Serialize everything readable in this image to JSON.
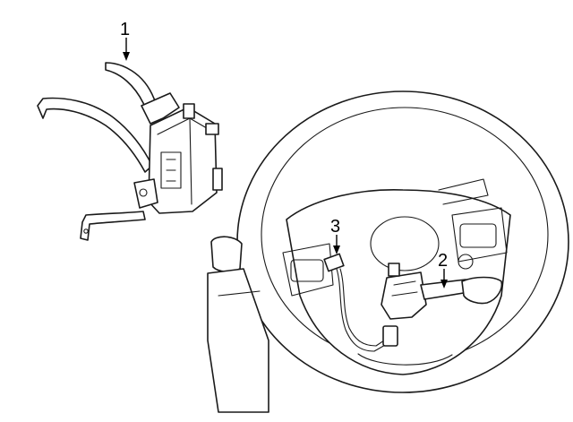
{
  "callouts": [
    {
      "id": "c1",
      "label": "1"
    },
    {
      "id": "c2",
      "label": "2"
    },
    {
      "id": "c3",
      "label": "3"
    }
  ]
}
